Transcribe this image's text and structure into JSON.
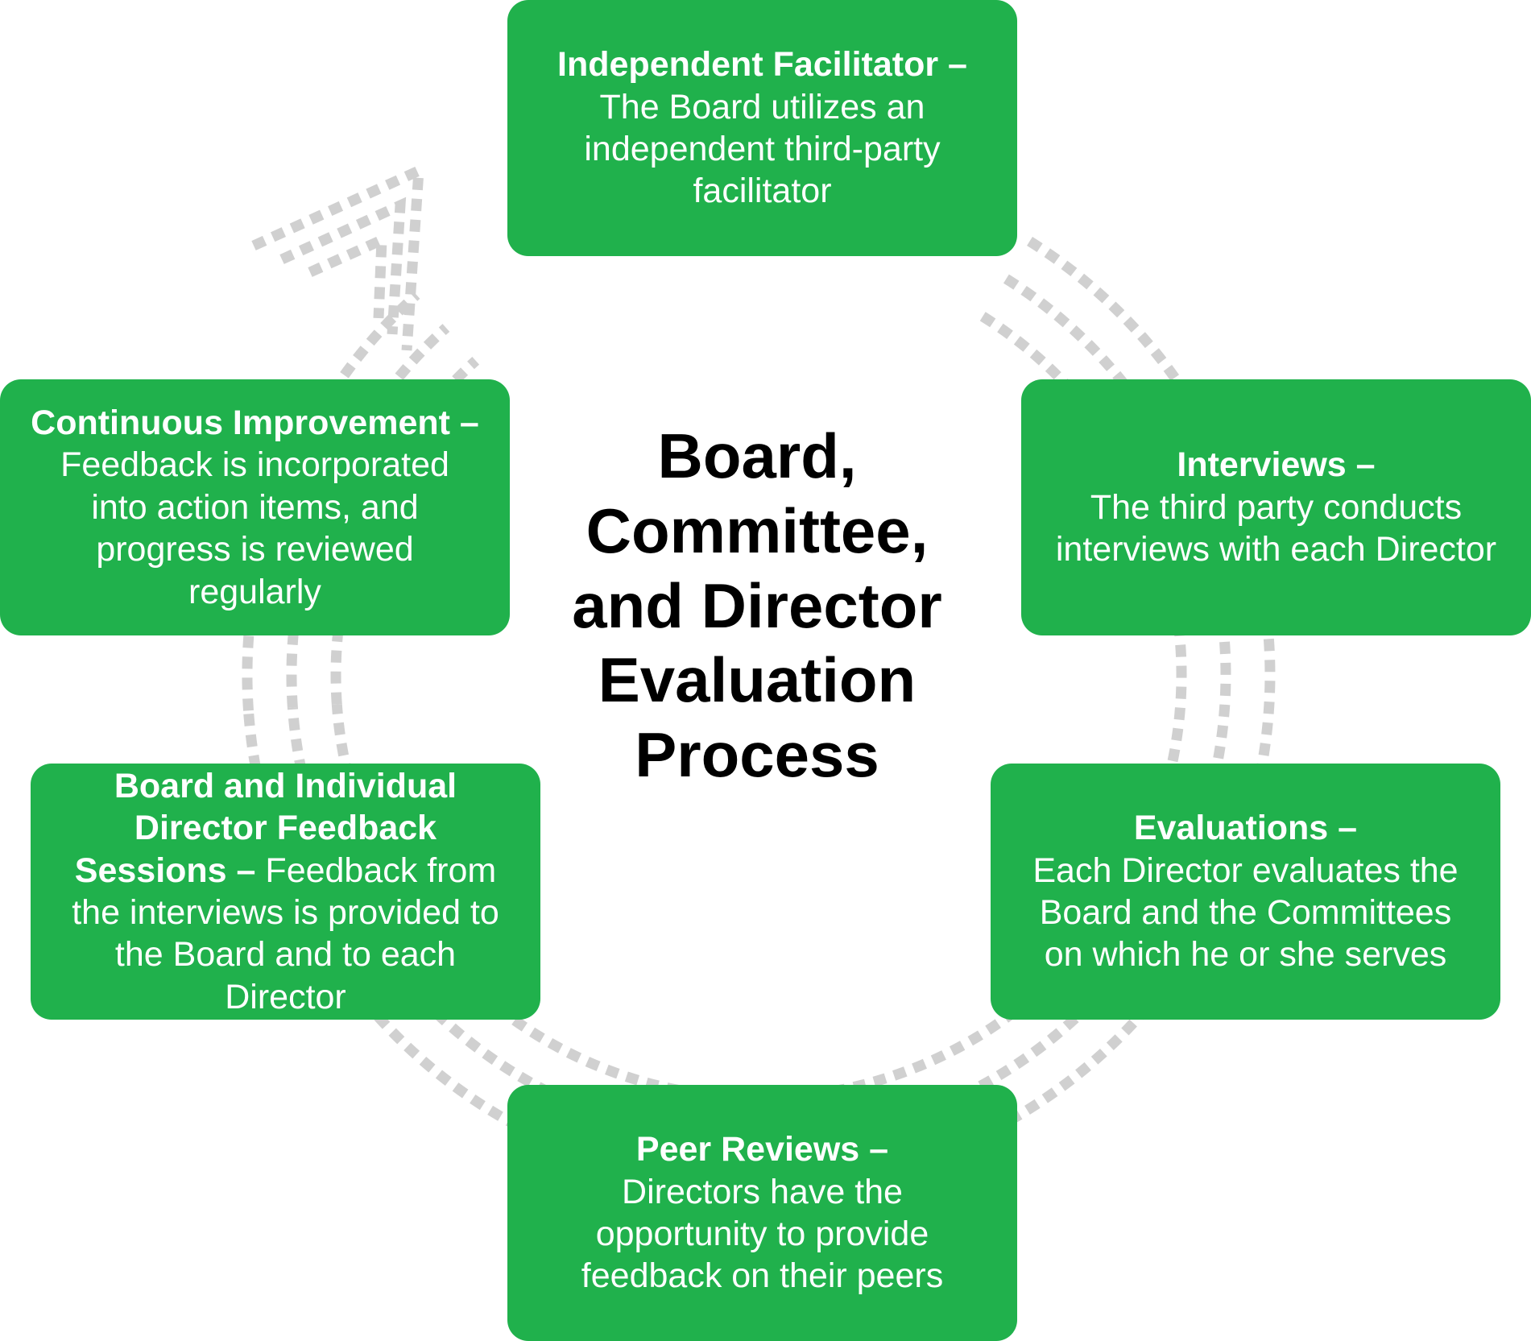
{
  "colors": {
    "box_fill": "#20b14c",
    "box_text": "#ffffff",
    "arrow": "#d0d0d0",
    "title_text": "#000000"
  },
  "center": {
    "lines": [
      "Board,",
      "Committee,",
      "and Director",
      "Evaluation",
      "Process"
    ]
  },
  "steps": [
    {
      "id": "facilitator",
      "title": "Independent Facilitator",
      "separator": " –",
      "lines": [
        "The Board utilizes an",
        "independent third-party",
        "facilitator"
      ]
    },
    {
      "id": "interviews",
      "title": "Interviews",
      "separator": " –",
      "lines": [
        "The third party conducts",
        "interviews with each Director"
      ]
    },
    {
      "id": "evaluations",
      "title": "Evaluations",
      "separator": " –",
      "lines": [
        "Each Director evaluates the",
        "Board and the Committees",
        "on which he or she serves"
      ]
    },
    {
      "id": "peer",
      "title": "Peer Reviews",
      "separator": " –",
      "lines": [
        "Directors have the",
        "opportunity to provide",
        "feedback on their peers"
      ]
    },
    {
      "id": "feedback",
      "title_lines": [
        "Board and Individual",
        "Director Feedback",
        "Sessions"
      ],
      "separator": " – ",
      "first_line_text": "Feedback from",
      "lines": [
        "the interviews is provided to",
        "the Board and to each",
        "Director"
      ]
    },
    {
      "id": "continuous",
      "title": "Continuous Improvement",
      "separator": " –",
      "lines": [
        "Feedback is incorporated",
        "into action items, and",
        "progress is reviewed",
        "regularly"
      ]
    }
  ]
}
